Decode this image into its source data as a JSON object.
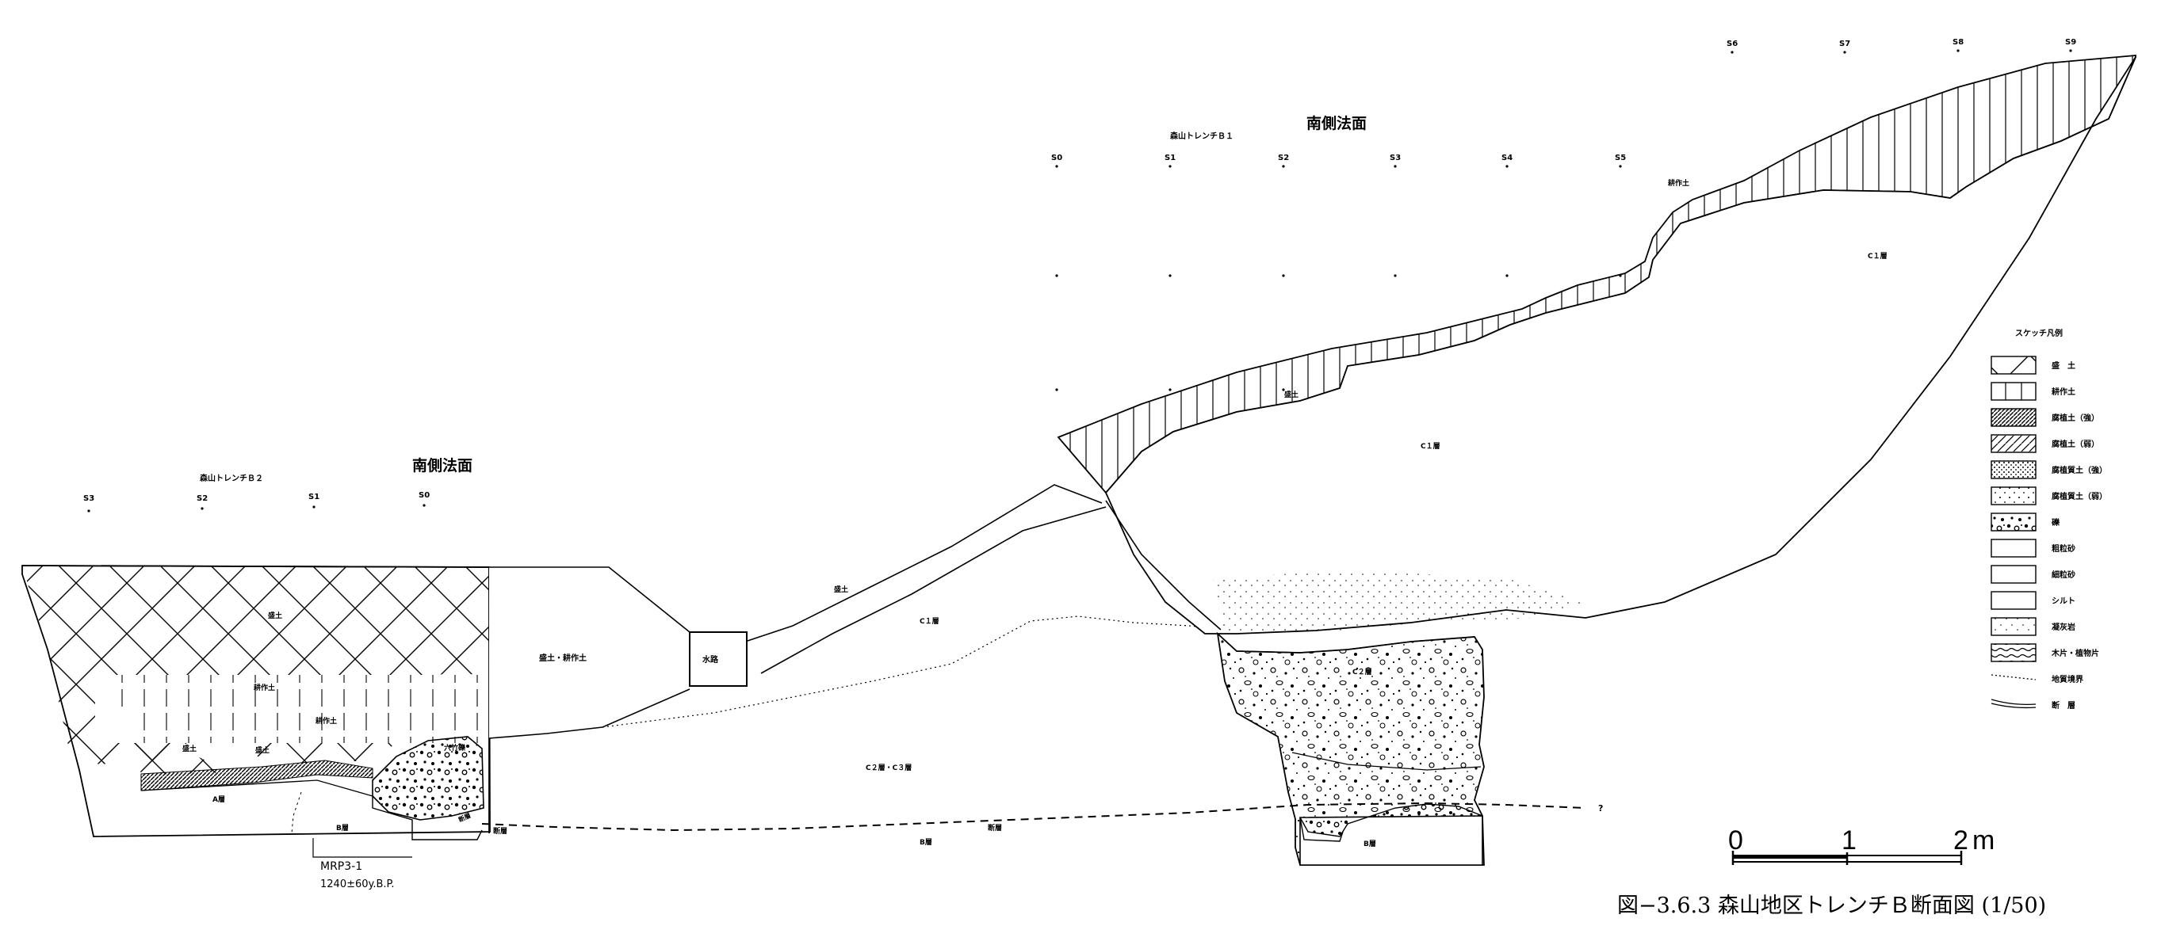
{
  "caption": "図−3.6.3 森山地区トレンチＢ断面図 (1/50)",
  "left_section": {
    "heading": "南側法面",
    "trench_name": "森山トレンチＢ２",
    "stations": [
      "S3",
      "S2",
      "S1",
      "S0"
    ],
    "labels": {
      "fill": "盛土",
      "cultivated": "耕作土",
      "cultivated2": "耕作土",
      "fill2": "盛土",
      "fill_cultivated": "盛土・耕作土",
      "layer_a": "A層",
      "layer_b": "B層",
      "gravel": "六竹礫",
      "cut": "断層",
      "sample": "MRP3-1",
      "date": "1240±60y.B.P."
    }
  },
  "middle": {
    "waterway": "水路",
    "fill": "盛土",
    "c1": "C１層",
    "c2c3": "C２層・C３層",
    "layer_b": "B層",
    "fault": "断層",
    "fault2": "断層",
    "question": "?"
  },
  "right_section": {
    "heading": "南側法面",
    "trench_name": "森山トレンチＢ１",
    "stations": [
      "S0",
      "S1",
      "S2",
      "S3",
      "S4",
      "S5",
      "S6",
      "S7",
      "S8",
      "S9"
    ],
    "labels": {
      "cultivated": "耕作土",
      "c1_upper": "C１層",
      "fill": "盛土",
      "c1": "C１層",
      "c2": "C２層",
      "layer_b": "B層"
    }
  },
  "legend": {
    "title": "スケッチ凡例",
    "items": [
      {
        "label": "盛　土",
        "pattern": "crosshatch"
      },
      {
        "label": "耕作土",
        "pattern": "vertical"
      },
      {
        "label": "腐植土（強）",
        "pattern": "dense-diagonal"
      },
      {
        "label": "腐植土（弱）",
        "pattern": "diagonal"
      },
      {
        "label": "腐植質土（強）",
        "pattern": "dense-dots"
      },
      {
        "label": "腐植質土（弱）",
        "pattern": "sparse-dots"
      },
      {
        "label": "礫",
        "pattern": "gravel"
      },
      {
        "label": "粗粒砂",
        "pattern": "blank"
      },
      {
        "label": "細粒砂",
        "pattern": "blank"
      },
      {
        "label": "シルト",
        "pattern": "blank"
      },
      {
        "label": "凝灰岩",
        "pattern": "tiny-dots"
      },
      {
        "label": "木片・植物片",
        "pattern": "wood"
      },
      {
        "label": "地質境界",
        "pattern": "dotted-line"
      },
      {
        "label": "断　層",
        "pattern": "fault-line"
      }
    ]
  },
  "scale": {
    "ticks": [
      "0",
      "1",
      "2"
    ],
    "unit": "m"
  }
}
